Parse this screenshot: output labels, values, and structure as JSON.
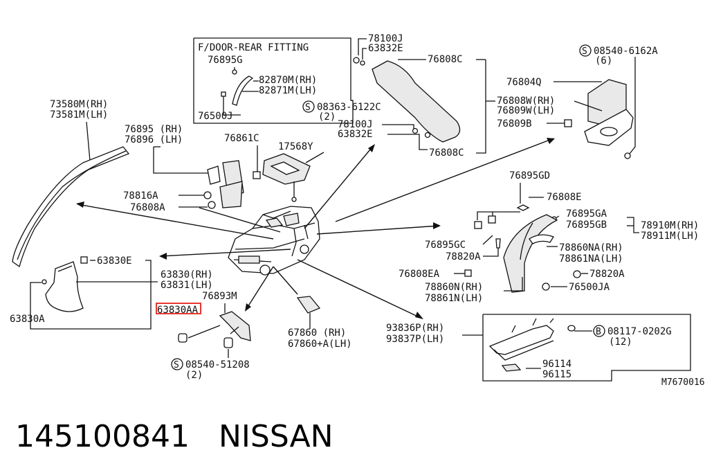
{
  "labels": {
    "fdoor_title": "F/DOOR-REAR FITTING",
    "p76895G": "76895G",
    "p82870M": "82870M(RH)",
    "p82871M": "82871M(LH)",
    "p76500J": "76500J",
    "p78100J_a": "78100J",
    "p63832E_a": "63832E",
    "p76808C_a": "76808C",
    "p08363": "08363-6122C",
    "p08363_q": "(2)",
    "p78100J_b": "78100J",
    "p63832E_b": "63832E",
    "p76808C_b": "76808C",
    "p08540_6162": "08540-6162A",
    "p08540_6162_q": "(6)",
    "p76804Q": "76804Q",
    "p76808W": "76808W(RH)",
    "p76809W": "76809W(LH)",
    "p76809B": "76809B",
    "p73580M": "73580M(RH)",
    "p73581M": "73581M(LH)",
    "p76895RH": "76895 (RH)",
    "p76896LH": "76896 (LH)",
    "p76861C": "76861C",
    "p17568Y": "17568Y",
    "p78816A": "78816A",
    "p76808A": "76808A",
    "p76895GD": "76895GD",
    "p76808E": "76808E",
    "p76895GA": "76895GA",
    "p76895GB": "76895GB",
    "p78910M": "78910M(RH)",
    "p78911M": "78911M(LH)",
    "p76895GC": "76895GC",
    "p78820A_a": "78820A",
    "p78860NA": "78860NA(RH)",
    "p78861NA": "78861NA(LH)",
    "p76808EA": "76808EA",
    "p78820A_b": "78820A",
    "p78860N": "78860N(RH)",
    "p78861N": "78861N(LH)",
    "p76500JA": "76500JA",
    "p63830E": "63830E",
    "p63830RH": "63830(RH)",
    "p63831LH": "63831(LH)",
    "p63830A": "63830A",
    "p76893M": "76893M",
    "p63830AA": "63830AA",
    "p08540_51208": "08540-51208",
    "p08540_51208_q": "(2)",
    "p67860": "67860  (RH)",
    "p67860A": "67860+A(LH)",
    "p93836P": "93836P(RH)",
    "p93837P": "93837P(LH)",
    "p08117": "08117-0202G",
    "p08117_q": "(12)",
    "p96114": "96114",
    "p96115": "96115",
    "code": "M7670016"
  },
  "symbols": {
    "s": "S",
    "b": "B"
  },
  "footer": {
    "part_number": "145100841",
    "brand": "NISSAN"
  },
  "colors": {
    "highlight": "#e8362e",
    "ink": "#111111"
  }
}
